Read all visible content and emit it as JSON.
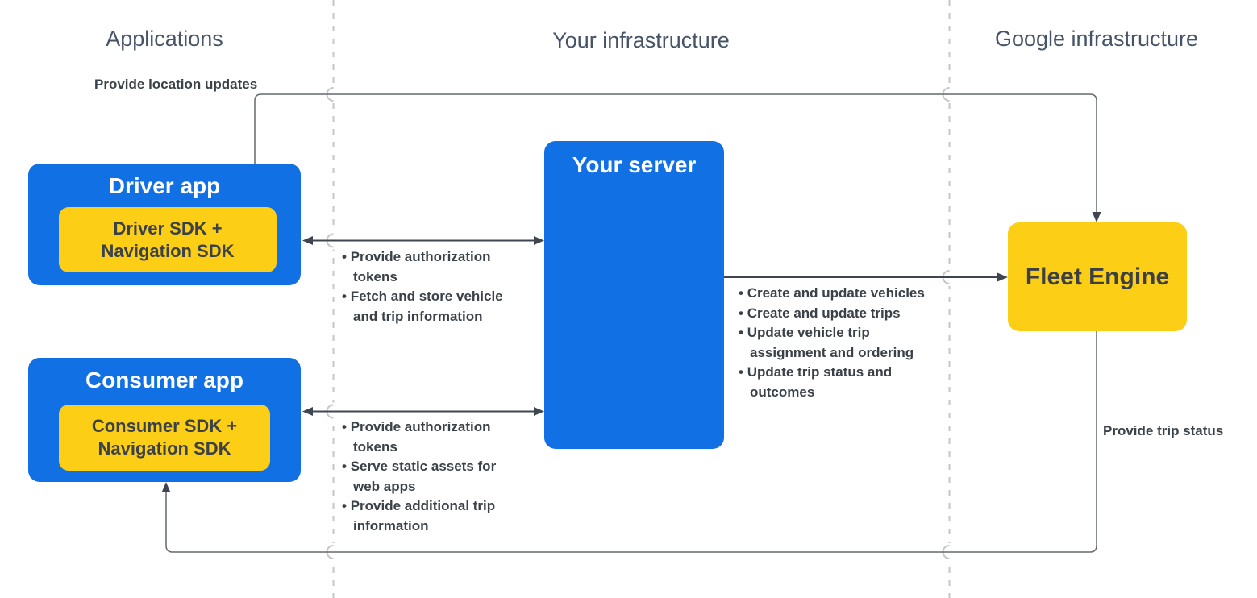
{
  "diagram": {
    "lanes": [
      {
        "label": "Applications"
      },
      {
        "label": "Your infrastructure"
      },
      {
        "label": "Google infrastructure"
      }
    ],
    "nodes": {
      "driver_app": {
        "title": "Driver app",
        "sdk": "Driver SDK + Navigation SDK"
      },
      "consumer_app": {
        "title": "Consumer app",
        "sdk": "Consumer SDK + Navigation SDK"
      },
      "your_server": {
        "title": "Your server"
      },
      "fleet_engine": {
        "title": "Fleet Engine"
      }
    },
    "edges": {
      "location_updates": {
        "label": "Provide location updates"
      },
      "driver_server": {
        "bullets": [
          "Provide authorization tokens",
          "Fetch and store vehicle and trip information"
        ]
      },
      "consumer_server": {
        "bullets": [
          "Provide authorization tokens",
          "Serve static assets for web apps",
          "Provide additional trip information"
        ]
      },
      "server_fleet": {
        "bullets": [
          "Create and update vehicles",
          "Create and update trips",
          "Update vehicle trip assignment and ordering",
          "Update trip status and outcomes"
        ]
      },
      "trip_status": {
        "label": "Provide trip status"
      }
    },
    "colors": {
      "box_blue": "#1170e4",
      "box_yellow": "#fcce15",
      "connector_gray": "#64696f",
      "arrow_dark": "#3f4650",
      "lane_divider": "#c3c7cd",
      "header_text": "#475468",
      "bullet_text": "#3b4148"
    }
  }
}
